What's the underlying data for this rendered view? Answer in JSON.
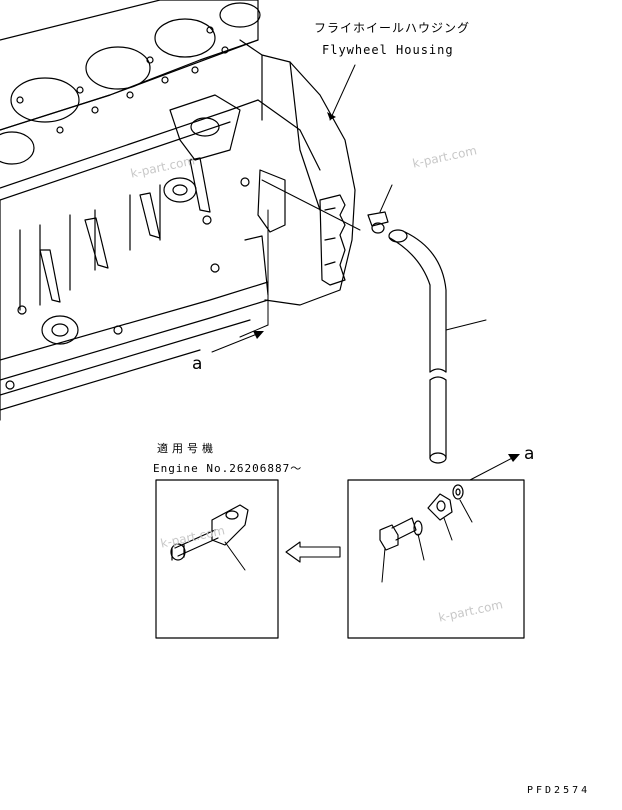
{
  "labels": {
    "flywheel_housing_jp": "フライホイールハウジング",
    "flywheel_housing_en": "Flywheel Housing",
    "view_a_top": "a",
    "view_a_right": "a",
    "applicable_jp": "適用号機",
    "applicable_serial": "Engine No.26206887～",
    "drawing_code": "PFD2574"
  },
  "watermarks": [
    "k-part.com",
    "k-part.com",
    "k-part.com",
    "k-part.com"
  ]
}
